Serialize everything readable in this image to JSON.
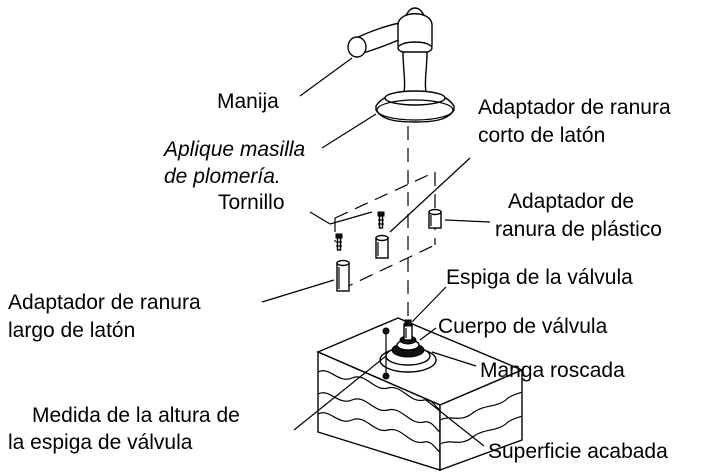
{
  "labels": {
    "handle": "Manija",
    "putty_line1": "Aplique masilla",
    "putty_line2": "de plomería.",
    "screw": "Tornillo",
    "short_adapter_line1": "Adaptador de ranura",
    "short_adapter_line2": "corto de latón",
    "plastic_adapter_line1": "Adaptador de",
    "plastic_adapter_line2": "ranura de plástico",
    "long_adapter_line1": "Adaptador de ranura",
    "long_adapter_line2": "largo de latón",
    "valve_stem": "Espiga de la válvula",
    "valve_body": "Cuerpo de válvula",
    "threaded_sleeve": "Manga roscada",
    "stem_height_line1": "Medida de la altura de",
    "stem_height_line2": "la espiga de válvula",
    "finished_surface": "Superficie acabada"
  }
}
